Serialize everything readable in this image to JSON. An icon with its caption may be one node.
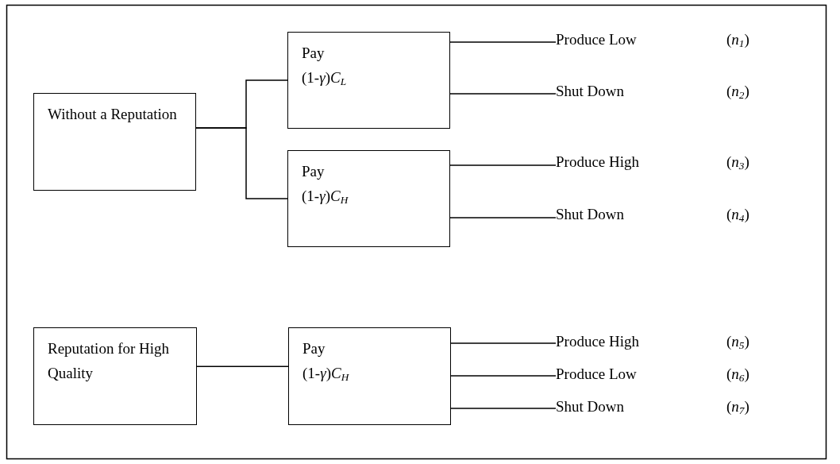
{
  "diagram": {
    "nodes": [
      {
        "text": [
          "Without a Reputation"
        ]
      },
      {
        "text": [
          "Pay",
          "(1-*γ*)*C*$_{L}$"
        ]
      },
      {
        "text": [
          "Produce Low",
          "(*n*$_{1}$)"
        ]
      },
      {
        "text": [
          "Shut Down",
          "(*n*$_{2}$)"
        ]
      },
      {
        "text": [
          "Pay",
          "(1-*γ*)*C*$_{H}$"
        ]
      },
      {
        "text": [
          "Produce High",
          "(*n*$_{3}$)"
        ]
      },
      {
        "text": [
          "Shut Down",
          "(*n*$_{4}$)"
        ]
      },
      {
        "text": [
          "Reputation for High Quality"
        ]
      },
      {
        "text": [
          "Pay",
          "(1-*γ*)*C*$_{H}$"
        ]
      },
      {
        "text": [
          "Produce High",
          "(*n*$_{5}$)"
        ]
      },
      {
        "text": [
          "Produce Low",
          "(*n*$_{6}$)"
        ]
      },
      {
        "text": [
          "Shut Down",
          "(*n*$_{7}$)"
        ]
      }
    ],
    "edges": [
      {
        "from": 0,
        "to": 1,
        "arrow": "none"
      },
      {
        "from": 0,
        "to": 4,
        "arrow": "none"
      },
      {
        "from": 1,
        "to": 2,
        "arrow": "none"
      },
      {
        "from": 1,
        "to": 3,
        "arrow": "none"
      },
      {
        "from": 4,
        "to": 5,
        "arrow": "none"
      },
      {
        "from": 4,
        "to": 6,
        "arrow": "none"
      },
      {
        "from": 7,
        "to": 8,
        "arrow": "none"
      },
      {
        "from": 8,
        "to": 9,
        "arrow": "none"
      },
      {
        "from": 8,
        "to": 10,
        "arrow": "none"
      },
      {
        "from": 8,
        "to": 11,
        "arrow": "none"
      }
    ]
  }
}
